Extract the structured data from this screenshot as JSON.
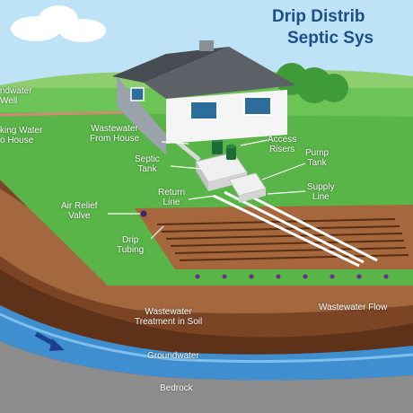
{
  "title": {
    "line1": "Drip Distrib",
    "line2": "Septic Sys"
  },
  "labels": {
    "groundwater_well": "ndwater\nWell",
    "drinking_water": "king Water\no House",
    "wastewater_from_house": "Wastewater\nFrom House",
    "access_risers": "Access\nRisers",
    "pump_tank": "Pump\nTank",
    "septic_tank": "Septic\nTank",
    "supply_line": "Supply\nLine",
    "return_line": "Return\nLine",
    "air_relief_valve": "Air Relief\nValve",
    "drip_tubing": "Drip\nTubing",
    "wastewater_treatment": "Wastewater\nTreatment in Soil",
    "wastewater_flow": "Wastewater Flow",
    "groundwater": "Groundwater",
    "bedrock": "Bedrock"
  },
  "colors": {
    "sky": "#bfe3f6",
    "grass": "#59b548",
    "soil": "#8a5530",
    "groundwater": "#3f8fd0",
    "bedrock": "#8d8d8d",
    "title": "#1d4f86"
  }
}
